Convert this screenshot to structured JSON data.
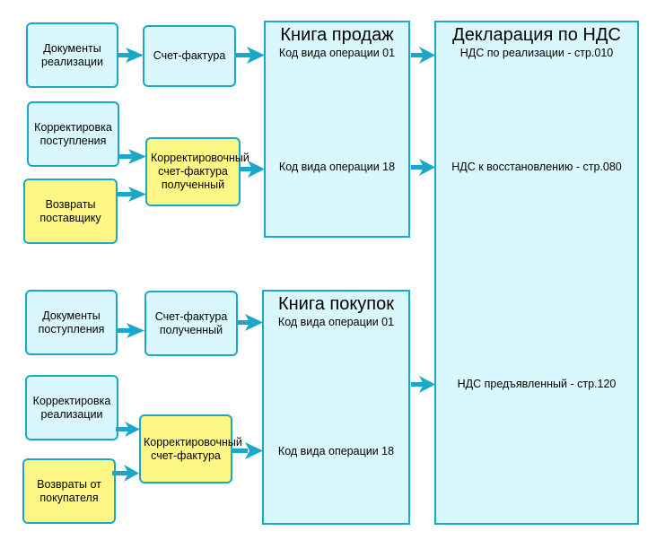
{
  "colors": {
    "border": "#1ba8c8",
    "blue_fill": "#d9f7fd",
    "yellow_fill": "#fdf785",
    "arrow": "#1ba8c8"
  },
  "sources": {
    "sales_docs": "Документы реализации",
    "purchase_adjust": "Корректировка поступления",
    "return_to_supplier": "Возвраты поставщику",
    "purchase_docs": "Документы поступления",
    "sales_adjust": "Корректировка реализации",
    "return_from_buyer": "Возвраты от покупателя"
  },
  "invoices": {
    "invoice": "Счет-фактура",
    "corr_invoice_received": "Корректировочный счет-фактура полученный",
    "invoice_received": "Счет-фактура полученный",
    "corr_invoice": "Корректировочный счет-фактура"
  },
  "sales_book": {
    "title": "Книга продаж",
    "code_01": "Код вида операции 01",
    "code_18": "Код вида операции 18"
  },
  "purchase_book": {
    "title": "Книга покупок",
    "code_01": "Код вида операции 01",
    "code_18": "Код вида операции 18"
  },
  "declaration": {
    "title": "Декларация по НДС",
    "line_010": "НДС по реализации - стр.010",
    "line_080": "НДС к восстановлению - стр.080",
    "line_120": "НДС предъявленный - стр.120"
  }
}
